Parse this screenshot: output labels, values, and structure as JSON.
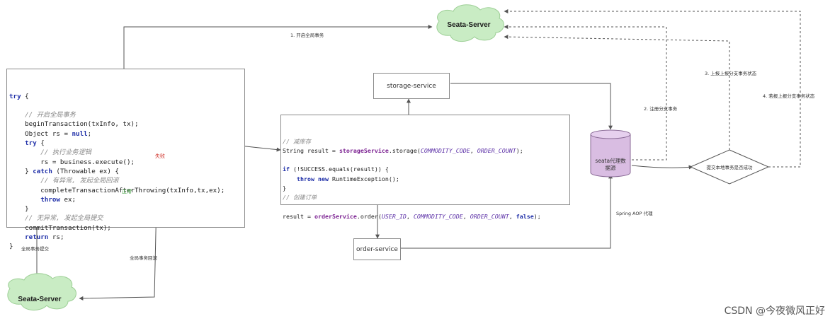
{
  "servers": {
    "top": "Seata-Server",
    "bottom": "Seata-Server"
  },
  "services": {
    "storage": "storage-service",
    "order": "order-service",
    "proxy_line1": "seata代理数",
    "proxy_line2": "据源",
    "decision": "提交本地事务是否成功"
  },
  "labels": {
    "begin_global": "1.  开启全局事务",
    "register_branch": "2.  注册分支事务",
    "report_branch_status": "3.  上报上报分支事务状态",
    "report_branch_status2": "4.  若报上报分支事务状态",
    "global_commit": "全局事务提交",
    "global_rollback": "全局事务回滚",
    "spring_aop": "Spring AOP 代理",
    "failure": "失败",
    "success": "正常"
  },
  "left_code": [
    [
      {
        "t": "try",
        "c": "kw"
      },
      {
        "t": " {"
      }
    ],
    [
      {
        "t": ""
      }
    ],
    [
      {
        "t": "    "
      },
      {
        "t": "// 开启全局事务",
        "c": "cm"
      }
    ],
    [
      {
        "t": "    beginTransaction(txInfo, tx);"
      }
    ],
    [
      {
        "t": "    Object rs = "
      },
      {
        "t": "null",
        "c": "kw"
      },
      {
        "t": ";"
      }
    ],
    [
      {
        "t": "    "
      },
      {
        "t": "try",
        "c": "kw"
      },
      {
        "t": " {"
      }
    ],
    [
      {
        "t": "        "
      },
      {
        "t": "// 执行业务逻辑",
        "c": "cm"
      }
    ],
    [
      {
        "t": "        rs = business.execute();"
      }
    ],
    [
      {
        "t": "    } "
      },
      {
        "t": "catch",
        "c": "kw"
      },
      {
        "t": " (Throwable ex) {"
      }
    ],
    [
      {
        "t": "        "
      },
      {
        "t": "// 有异常, 发起全局回滚",
        "c": "cm"
      }
    ],
    [
      {
        "t": "        completeTransactionAfterThrowing(txInfo,tx,ex);"
      }
    ],
    [
      {
        "t": "        "
      },
      {
        "t": "throw",
        "c": "kw"
      },
      {
        "t": " ex;"
      }
    ],
    [
      {
        "t": "    }"
      }
    ],
    [
      {
        "t": "    "
      },
      {
        "t": "// 无异常, 发起全局提交",
        "c": "cm"
      }
    ],
    [
      {
        "t": "    commitTransaction(tx);"
      }
    ],
    [
      {
        "t": "    "
      },
      {
        "t": "return",
        "c": "kw"
      },
      {
        "t": " rs;"
      }
    ],
    [
      {
        "t": "}"
      }
    ]
  ],
  "mid_code": [
    [
      {
        "t": "// 减库存",
        "c": "cm"
      }
    ],
    [
      {
        "t": "String result = "
      },
      {
        "t": "storageService",
        "c": "fn"
      },
      {
        "t": ".storage("
      },
      {
        "t": "COMMODITY_CODE",
        "c": "it"
      },
      {
        "t": ", "
      },
      {
        "t": "ORDER_COUNT",
        "c": "it"
      },
      {
        "t": ");"
      }
    ],
    [
      {
        "t": ""
      }
    ],
    [
      {
        "t": "if",
        "c": "kw"
      },
      {
        "t": " (!SUCCESS.equals(result)) {"
      }
    ],
    [
      {
        "t": "    "
      },
      {
        "t": "throw new",
        "c": "kw"
      },
      {
        "t": " RuntimeException();"
      }
    ],
    [
      {
        "t": "}"
      }
    ],
    [
      {
        "t": "// 创建订单",
        "c": "cm"
      }
    ],
    [
      {
        "t": ""
      }
    ],
    [
      {
        "t": "result = "
      },
      {
        "t": "orderService",
        "c": "fn"
      },
      {
        "t": ".order("
      },
      {
        "t": "USER_ID",
        "c": "it"
      },
      {
        "t": ", "
      },
      {
        "t": "COMMODITY_CODE",
        "c": "it"
      },
      {
        "t": ", "
      },
      {
        "t": "ORDER_COUNT",
        "c": "it"
      },
      {
        "t": ", "
      },
      {
        "t": "false",
        "c": "kw"
      },
      {
        "t": ");"
      }
    ]
  ],
  "watermark": "CSDN @今夜微风正好",
  "colors": {
    "cloud_fill": "#c9ecc4",
    "cloud_stroke": "#9dcf96",
    "cylinder_fill": "#d9bde2",
    "line": "#555555",
    "failure_text": "#d0332b",
    "success_text": "#2f9a2f"
  }
}
